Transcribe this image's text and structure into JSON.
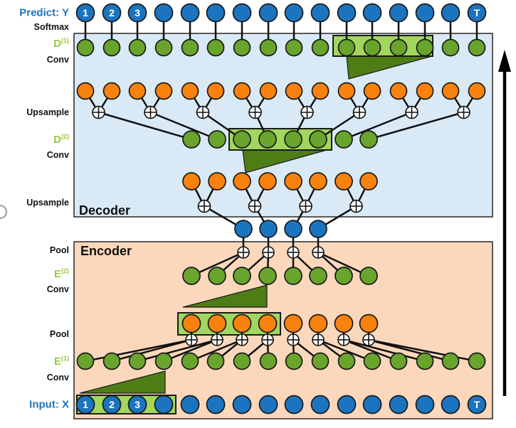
{
  "side_labels": [
    {
      "id": "predict-y",
      "text": "Predict: Y"
    },
    {
      "id": "softmax",
      "text": "Softmax"
    },
    {
      "id": "d1",
      "text": "D",
      "sup": "(1)"
    },
    {
      "id": "conv-d1",
      "text": "Conv"
    },
    {
      "id": "upsample-1",
      "text": "Upsample"
    },
    {
      "id": "d2",
      "text": "D",
      "sup": "(2)"
    },
    {
      "id": "conv-d2",
      "text": "Conv"
    },
    {
      "id": "upsample-2",
      "text": "Upsample"
    },
    {
      "id": "pool-2",
      "text": "Pool"
    },
    {
      "id": "e2",
      "text": "E",
      "sup": "(2)"
    },
    {
      "id": "conv-e2",
      "text": "Conv"
    },
    {
      "id": "pool-1",
      "text": "Pool"
    },
    {
      "id": "e1",
      "text": "E",
      "sup": "(1)"
    },
    {
      "id": "conv-e1",
      "text": "Conv"
    },
    {
      "id": "input-x",
      "text": "Input: X"
    }
  ],
  "diagram": {
    "regions": [
      {
        "id": "decoder",
        "label": "Decoder",
        "fill": "#d9eaf6"
      },
      {
        "id": "encoder",
        "label": "Encoder",
        "fill": "#fbd8bc"
      }
    ],
    "node_colors": {
      "blue": "#1b74bf",
      "green": "#69a42d",
      "orange": "#f9810d"
    },
    "filter_colors": {
      "window_fill": "#a2d65e",
      "triangle_fill": "#4e7d16",
      "stroke": "#1a1a1a"
    },
    "line_color": "#111111",
    "rows": [
      {
        "id": "predict",
        "color": "blue",
        "count": 16,
        "labels": [
          "1",
          "2",
          "3",
          "",
          "",
          "",
          "",
          "",
          "",
          "",
          "",
          "",
          "",
          "",
          "",
          "T"
        ]
      },
      {
        "id": "d1",
        "color": "green",
        "count": 16
      },
      {
        "id": "up1-out",
        "color": "orange",
        "count": 16
      },
      {
        "id": "d2",
        "color": "green",
        "count": 8
      },
      {
        "id": "up2-out",
        "color": "orange",
        "count": 8
      },
      {
        "id": "bottleneck",
        "color": "blue",
        "count": 4
      },
      {
        "id": "e2",
        "color": "green",
        "count": 8
      },
      {
        "id": "pool1-out",
        "color": "orange",
        "count": 8
      },
      {
        "id": "e1",
        "color": "green",
        "count": 16
      },
      {
        "id": "input",
        "color": "blue",
        "count": 16,
        "labels": [
          "1",
          "2",
          "3",
          "",
          "",
          "",
          "",
          "",
          "",
          "",
          "",
          "",
          "",
          "",
          "",
          "T"
        ]
      }
    ],
    "plus_rows": [
      {
        "id": "up1",
        "count": 8,
        "symbol": "plus"
      },
      {
        "id": "up2",
        "count": 4,
        "symbol": "plus"
      },
      {
        "id": "pool2",
        "count": 4,
        "symbol": "plus"
      },
      {
        "id": "pool1",
        "count": 8,
        "symbol": "plus"
      }
    ],
    "filters": [
      {
        "id": "d1-filter"
      },
      {
        "id": "d2-filter"
      },
      {
        "id": "e2-filter"
      },
      {
        "id": "e1-filter"
      }
    ],
    "arrow": {
      "direction": "up"
    }
  }
}
